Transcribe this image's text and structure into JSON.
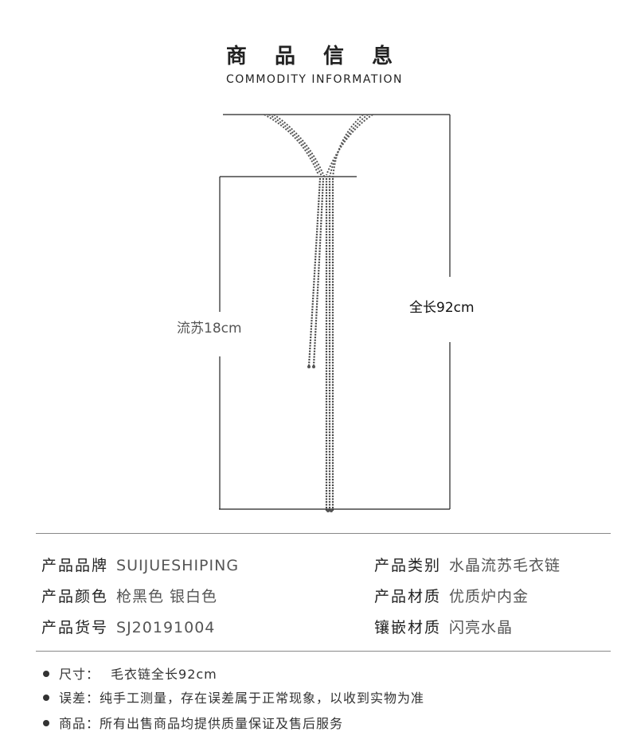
{
  "header": {
    "title_cn": "商 品 信 息",
    "title_en": "COMMODITY INFORMATION"
  },
  "dimensions": {
    "tassel": "流苏18cm",
    "total": "全长92cm"
  },
  "specs": [
    {
      "key": "产品品牌",
      "value": "SUIJUESHIPING"
    },
    {
      "key": "产品类别",
      "value": "水晶流苏毛衣链"
    },
    {
      "key": "产品颜色",
      "value": "枪黑色 银白色"
    },
    {
      "key": "产品材质",
      "value": "优质炉内金"
    },
    {
      "key": "产品货号",
      "value": "SJ20191004"
    },
    {
      "key": "镶嵌材质",
      "value": "闪亮水晶"
    }
  ],
  "notes": [
    {
      "label": "尺寸：",
      "text": "毛衣链全长92cm"
    },
    {
      "label": "误差：",
      "text": "纯手工测量，存在误差属于正常现象，以收到实物为准"
    },
    {
      "label": "商品：",
      "text": "所有出售商品均提供质量保证及售后服务"
    }
  ],
  "colors": {
    "text": "#222222",
    "value_text": "#555555",
    "divider": "#888888"
  }
}
